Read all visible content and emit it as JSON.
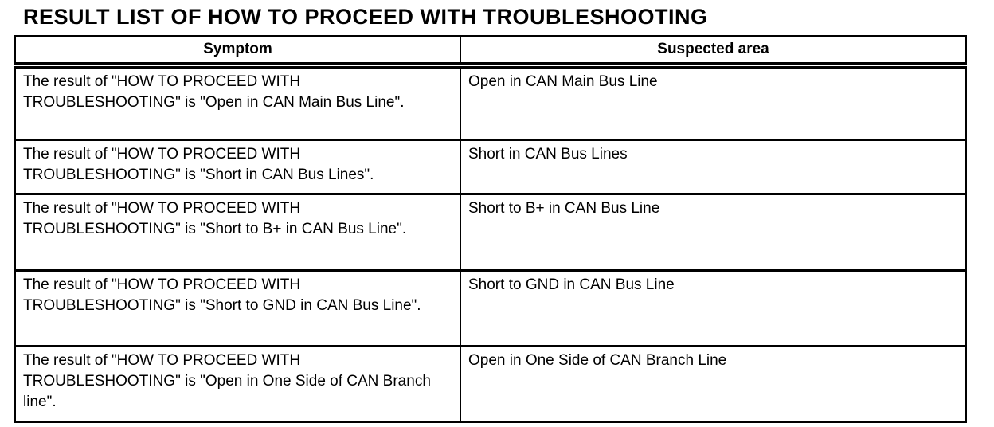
{
  "title": "RESULT LIST OF HOW TO PROCEED WITH TROUBLESHOOTING",
  "table": {
    "columns": [
      "Symptom",
      "Suspected area"
    ],
    "rows": [
      {
        "symptom": "The result of \"HOW TO PROCEED WITH TROUBLESHOOTING\" is \"Open in CAN Main Bus Line\".",
        "suspected_area": "Open in CAN Main Bus Line"
      },
      {
        "symptom": "The result of \"HOW TO PROCEED WITH TROUBLESHOOTING\" is \"Short in CAN Bus Lines\".",
        "suspected_area": "Short in CAN Bus Lines"
      },
      {
        "symptom": "The result of \"HOW TO PROCEED WITH TROUBLESHOOTING\" is \"Short to B+ in CAN Bus Line\".",
        "suspected_area": "Short to B+ in CAN Bus Line"
      },
      {
        "symptom": "The result of \"HOW TO PROCEED WITH TROUBLESHOOTING\" is \"Short to GND in CAN Bus Line\".",
        "suspected_area": "Short to GND in CAN Bus Line"
      },
      {
        "symptom": "The result of \"HOW TO PROCEED WITH TROUBLESHOOTING\" is \"Open in One Side of CAN Branch line\".",
        "suspected_area": "Open in One Side of CAN Branch Line"
      }
    ]
  },
  "colors": {
    "text": "#000000",
    "background": "#ffffff",
    "border": "#000000"
  }
}
